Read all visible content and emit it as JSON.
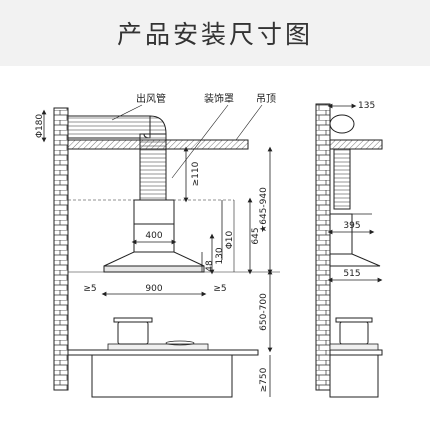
{
  "header": {
    "title": "产品安装尺寸图"
  },
  "callouts": {
    "duct": "出风管",
    "cover": "装饰罩",
    "ceiling": "吊顶"
  },
  "dims": {
    "phi180": "Φ180",
    "ge110": "≥110",
    "d400": "400",
    "star_range": "★645-940",
    "d645": "645",
    "phi10": "Φ10",
    "d130": "130",
    "d48": "48",
    "ge5_left": "≥5",
    "d900": "900",
    "ge5_right": "≥5",
    "d650_700": "650-700",
    "d135": "135",
    "d395": "395",
    "d515": "515",
    "ge750": "≥750"
  },
  "colors": {
    "line": "#222222",
    "hatch": "#444444",
    "header_bg": "#f2f2f2"
  }
}
